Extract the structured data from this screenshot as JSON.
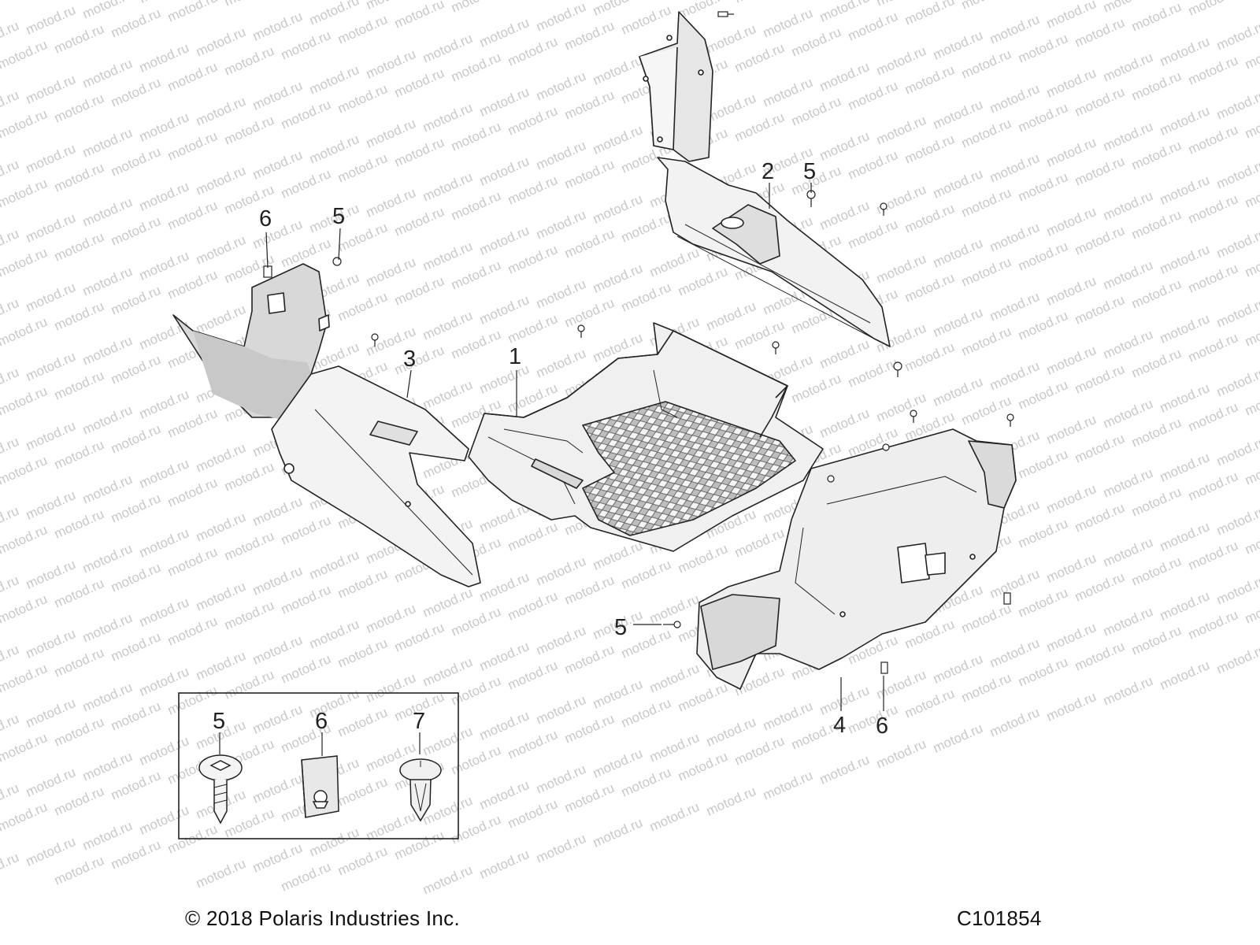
{
  "watermark": {
    "text": "motod.ru",
    "color": "#c8c8c8"
  },
  "callouts": [
    {
      "id": "1",
      "label": "1"
    },
    {
      "id": "2",
      "label": "2"
    },
    {
      "id": "3",
      "label": "3"
    },
    {
      "id": "4",
      "label": "4"
    },
    {
      "id": "5a",
      "label": "5"
    },
    {
      "id": "5b",
      "label": "5"
    },
    {
      "id": "5c",
      "label": "5"
    },
    {
      "id": "6a",
      "label": "6"
    },
    {
      "id": "6b",
      "label": "6"
    }
  ],
  "inset": {
    "items": [
      {
        "label": "5",
        "icon": "screw-icon"
      },
      {
        "label": "6",
        "icon": "u-nut-clip-icon"
      },
      {
        "label": "7",
        "icon": "push-rivet-icon"
      }
    ]
  },
  "footer": {
    "copyright": "© 2018 Polaris Industries Inc.",
    "drawing_id": "C101854"
  },
  "colors": {
    "line": "#222222",
    "part_fill": "#f4f4f4",
    "shade": "#d9d9d9",
    "mesh": "#555555"
  }
}
